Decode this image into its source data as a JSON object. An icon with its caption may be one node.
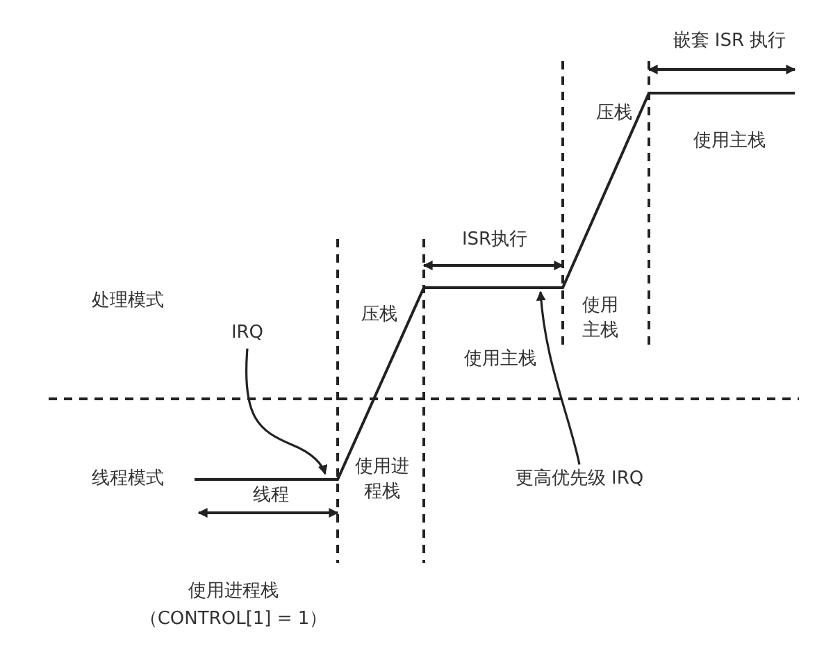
{
  "diagram": {
    "nodes": [
      {
        "text": [
          "IRQ"
        ]
      },
      {
        "text": [
          "更高优先级 IRQ"
        ]
      }
    ],
    "edges": [
      {
        "from": 0,
        "to": null,
        "arrow": "to"
      },
      {
        "from": 1,
        "to": null,
        "arrow": "to"
      }
    ],
    "labels": [
      "嵌套 ISR 执行",
      "压栈",
      "使用主栈",
      "ISR执行",
      "处理模式",
      "压栈",
      "使用主栈",
      "使用主栈",
      "线程模式",
      "线程",
      "使用进程栈",
      "使用进程栈",
      "（CONTROL[1] = 1）"
    ]
  }
}
